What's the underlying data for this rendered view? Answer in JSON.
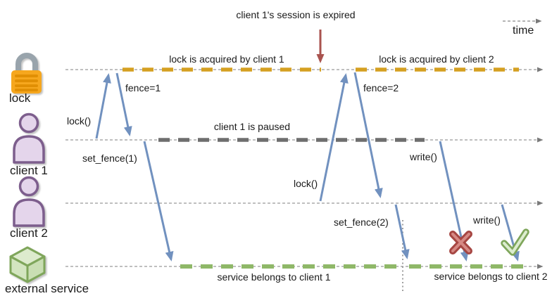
{
  "annotations": {
    "session_expired": "client 1's session is expired",
    "time_axis": "time"
  },
  "lanes": [
    {
      "label": "lock",
      "icon": "padlock-icon"
    },
    {
      "label": "client 1",
      "icon": "person-icon"
    },
    {
      "label": "client 2",
      "icon": "person-icon"
    },
    {
      "label": "external service",
      "icon": "cube-icon"
    }
  ],
  "spans": {
    "lock_client1": "lock is acquired by client 1",
    "lock_client2": "lock is acquired by client 2",
    "client1_paused": "client 1 is paused",
    "service_client1": "service belongs to client 1",
    "service_client2": "service belongs to client 2"
  },
  "messages": {
    "lock_call_1": "lock()",
    "fence_1": "fence=1",
    "set_fence_1": "set_fence(1)",
    "lock_call_2": "lock()",
    "fence_2": "fence=2",
    "set_fence_2": "set_fence(2)",
    "write_1": "write()",
    "write_2": "write()"
  },
  "results": {
    "write_1": "rejected-x-icon",
    "write_2": "accepted-check-icon"
  },
  "colors": {
    "lock_span": "#d5a021",
    "paused_span": "#6e6e6e",
    "service_span": "#8fb868",
    "call_arrow": "#7191bf",
    "expired_arrow": "#a9534f",
    "timeline": "#999999",
    "reject_x": "#a64642",
    "accept_check": "#7fa65b"
  }
}
